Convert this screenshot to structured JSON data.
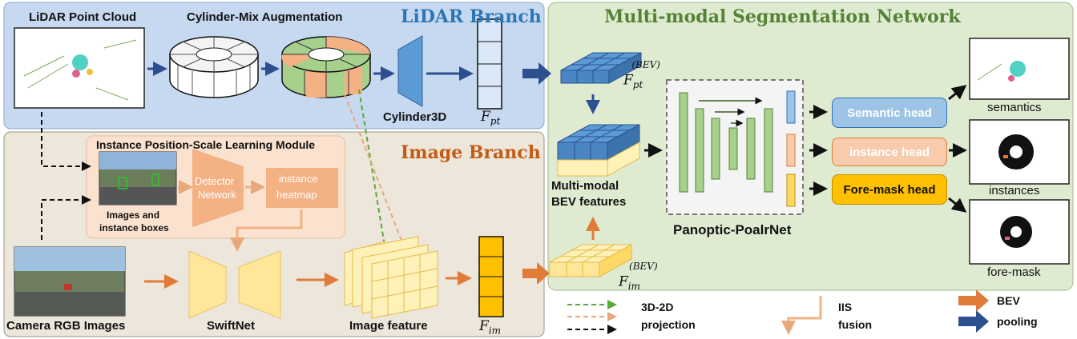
{
  "lidar_branch": {
    "title": "LiDAR Branch",
    "point_cloud_label": "LiDAR Point Cloud",
    "augmentation_label": "Cylinder-Mix Augmentation",
    "backbone_label": "Cylinder3D",
    "feature_symbol": "F",
    "feature_sub": "pt"
  },
  "image_branch": {
    "title": "Image Branch",
    "module_title": "Instance Position-Scale Learning Module",
    "images_label_1": "Images and",
    "images_label_2": "instance boxes",
    "detector_label_1": "Detector",
    "detector_label_2": "Network",
    "heatmap_label_1": "instance",
    "heatmap_label_2": "heatmap",
    "camera_label": "Camera RGB Images",
    "backbone_label": "SwiftNet",
    "image_feature_label": "Image feature",
    "feature_symbol": "F",
    "feature_sub": "im"
  },
  "seg_network": {
    "title": "Multi-modal Segmentation Network",
    "bev_pt_symbol": "F",
    "bev_pt_sub": "pt",
    "bev_im_symbol": "F",
    "bev_im_sub": "im",
    "bev_sup": "(BEV)",
    "mm_bev_label_1": "Multi-modal",
    "mm_bev_label_2": "BEV features",
    "panoptic_label": "Panoptic-PoalrNet",
    "semantic_head": "Semantic head",
    "instance_head": "instance head",
    "foremask_head": "Fore-mask head",
    "semantics_out": "semantics",
    "instances_out": "instances",
    "foremask_out": "fore-mask"
  },
  "legend": {
    "projection_1": "3D-2D",
    "projection_2": "projection",
    "fusion_1": "IIS",
    "fusion_2": "fusion",
    "bev_label": "BEV",
    "pooling_label": "pooling"
  },
  "colors": {
    "lidar_bg": "#c6d9f0",
    "image_bg": "#ece6db",
    "seg_bg": "#dfebd1",
    "module_bg": "#fbe2cf",
    "blue_arrow": "#2e4f8f",
    "orange_arrow": "#e07b39",
    "title_blue": "#2e75b6",
    "title_orange": "#c55a11",
    "title_green": "#548235"
  }
}
